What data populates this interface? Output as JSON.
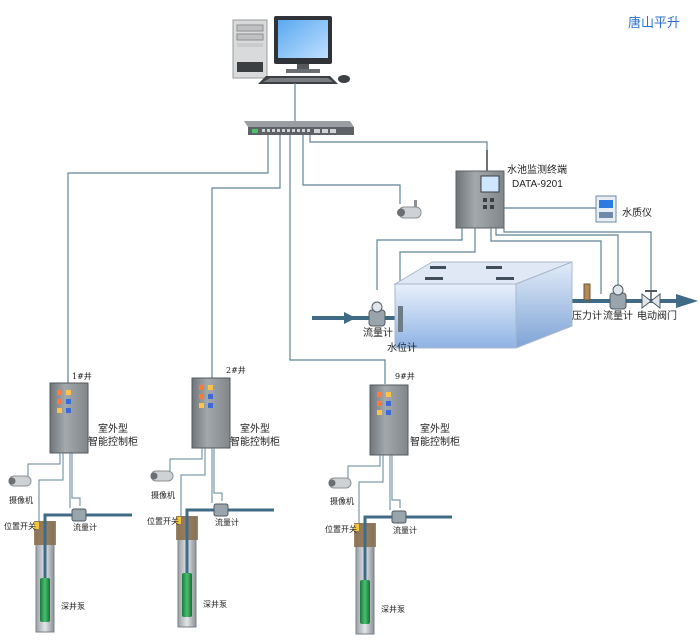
{
  "brand": "唐山平升",
  "terminal": {
    "title": "水池监测终端",
    "model": "DATA-9201"
  },
  "tank_labels": {
    "water_quality": "水质仪",
    "inlet_flowmeter": "流量计",
    "level_meter": "水位计",
    "pressure_meter": "压力计",
    "outlet_flowmeter": "流量计",
    "valve": "电动阀门"
  },
  "wells": [
    {
      "name": "1#井",
      "cabinet_line1": "室外型",
      "cabinet_line2": "智能控制柜",
      "camera": "摄像机",
      "switch": "位置开关",
      "flowmeter": "流量计",
      "pump": "深井泵"
    },
    {
      "name": "2#井",
      "cabinet_line1": "室外型",
      "cabinet_line2": "智能控制柜",
      "camera": "摄像机",
      "switch": "位置开关",
      "flowmeter": "流量计",
      "pump": "深井泵"
    },
    {
      "name": "9#井",
      "cabinet_line1": "室外型",
      "cabinet_line2": "智能控制柜",
      "camera": "摄像机",
      "switch": "位置开关",
      "flowmeter": "流量计",
      "pump": "深井泵"
    }
  ],
  "colors": {
    "line": "#5f8598",
    "pipe": "#3f6b86",
    "cabinet": "#8e9498",
    "tank_water": "#a9c8ee",
    "brand": "#2a6fd1"
  }
}
